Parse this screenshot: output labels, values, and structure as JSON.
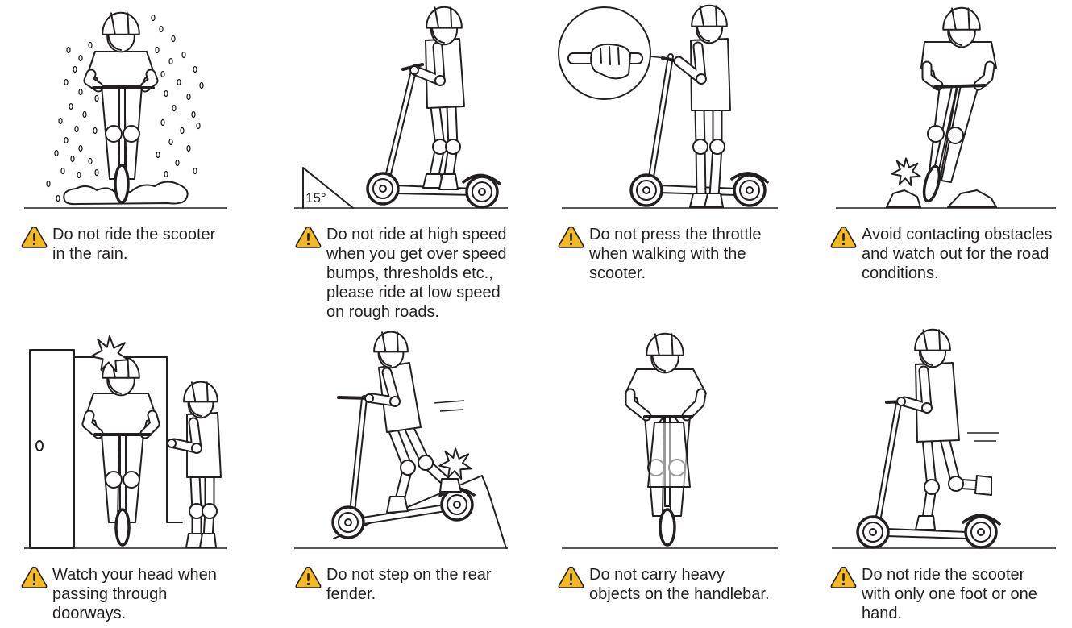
{
  "page": {
    "background": "#ffffff",
    "ink": "#231f20",
    "warning_fill": "#f3b91f"
  },
  "warning_icon": "warning-triangle-icon",
  "panels": [
    {
      "lines": [
        "Do not ride the scooter",
        "in the rain."
      ]
    },
    {
      "lines": [
        "Do not ride at high speed",
        "when you get over speed",
        "bumps, thresholds etc.,",
        "please ride at low speed",
        "on rough roads."
      ],
      "angle_label": "15°"
    },
    {
      "lines": [
        "Do not press the throttle",
        "when walking with the",
        "scooter."
      ]
    },
    {
      "lines": [
        "Avoid contacting obstacles",
        "and watch out for the road",
        "conditions."
      ]
    },
    {
      "lines": [
        "Watch your head when",
        "passing through",
        "doorways."
      ]
    },
    {
      "lines": [
        "Do not step on the rear",
        "fender."
      ]
    },
    {
      "lines": [
        "Do not carry heavy",
        "objects on the handlebar."
      ]
    },
    {
      "lines": [
        "Do not ride the scooter",
        "with only one foot or one",
        "hand."
      ]
    }
  ]
}
